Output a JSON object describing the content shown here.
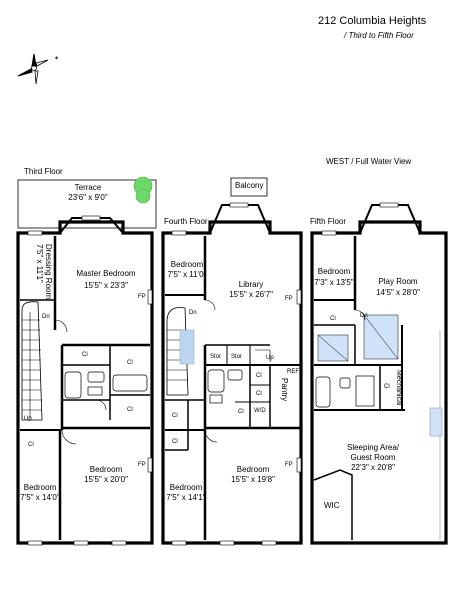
{
  "header": {
    "address": "212 Columbia Heights",
    "floors": "/ Third to Fifth Floor"
  },
  "view_note": "WEST / Full Water View",
  "floors": {
    "third": {
      "label": "Third Floor",
      "terrace_name": "Terrace",
      "terrace_dim": "23'6\" x 9'0\"",
      "dressing_name": "Dressing Room",
      "dressing_dim": "7'5\" x 11'1\"",
      "master_name": "Master Bedroom",
      "master_dim": "15'5\" x 23'3\"",
      "bedroom_a_name": "Bedroom",
      "bedroom_a_dim": "7'5\" x 14'0\"",
      "bedroom_b_name": "Bedroom",
      "bedroom_b_dim": "15'5\" x 20'0\"",
      "cl": "Cl",
      "fp": "FP",
      "dn": "Dn",
      "up": "Up"
    },
    "fourth": {
      "label": "Fourth Floor",
      "balcony": "Balcony",
      "bedroom_top_name": "Bedroom",
      "bedroom_top_dim": "7'5\" x 11'0\"",
      "library_name": "Library",
      "library_dim": "15'5\" x 26'7\"",
      "bedroom_a_name": "Bedroom",
      "bedroom_a_dim": "7'5\" x 14'1\"",
      "bedroom_b_name": "Bedroom",
      "bedroom_b_dim": "15'5\" x 19'8\"",
      "stor": "Stor",
      "pantry": "Pantry",
      "wd": "W/D",
      "cl": "Cl",
      "fp": "FP",
      "dn": "Dn",
      "up": "Up",
      "ref": "REF"
    },
    "fifth": {
      "label": "Fifth Floor",
      "bedroom_name": "Bedroom",
      "bedroom_dim": "7'3\" x 13'5\"",
      "play_name": "Play Room",
      "play_dim": "14'5\" x 28'0\"",
      "sleeping_name": "Sleeping Area/",
      "sleeping_name2": "Guest Room",
      "sleeping_dim": "22'3\" x 20'8\"",
      "wic": "WIC",
      "mechanical": "Mechanical",
      "cl": "Cl",
      "dn": "Dn"
    }
  }
}
